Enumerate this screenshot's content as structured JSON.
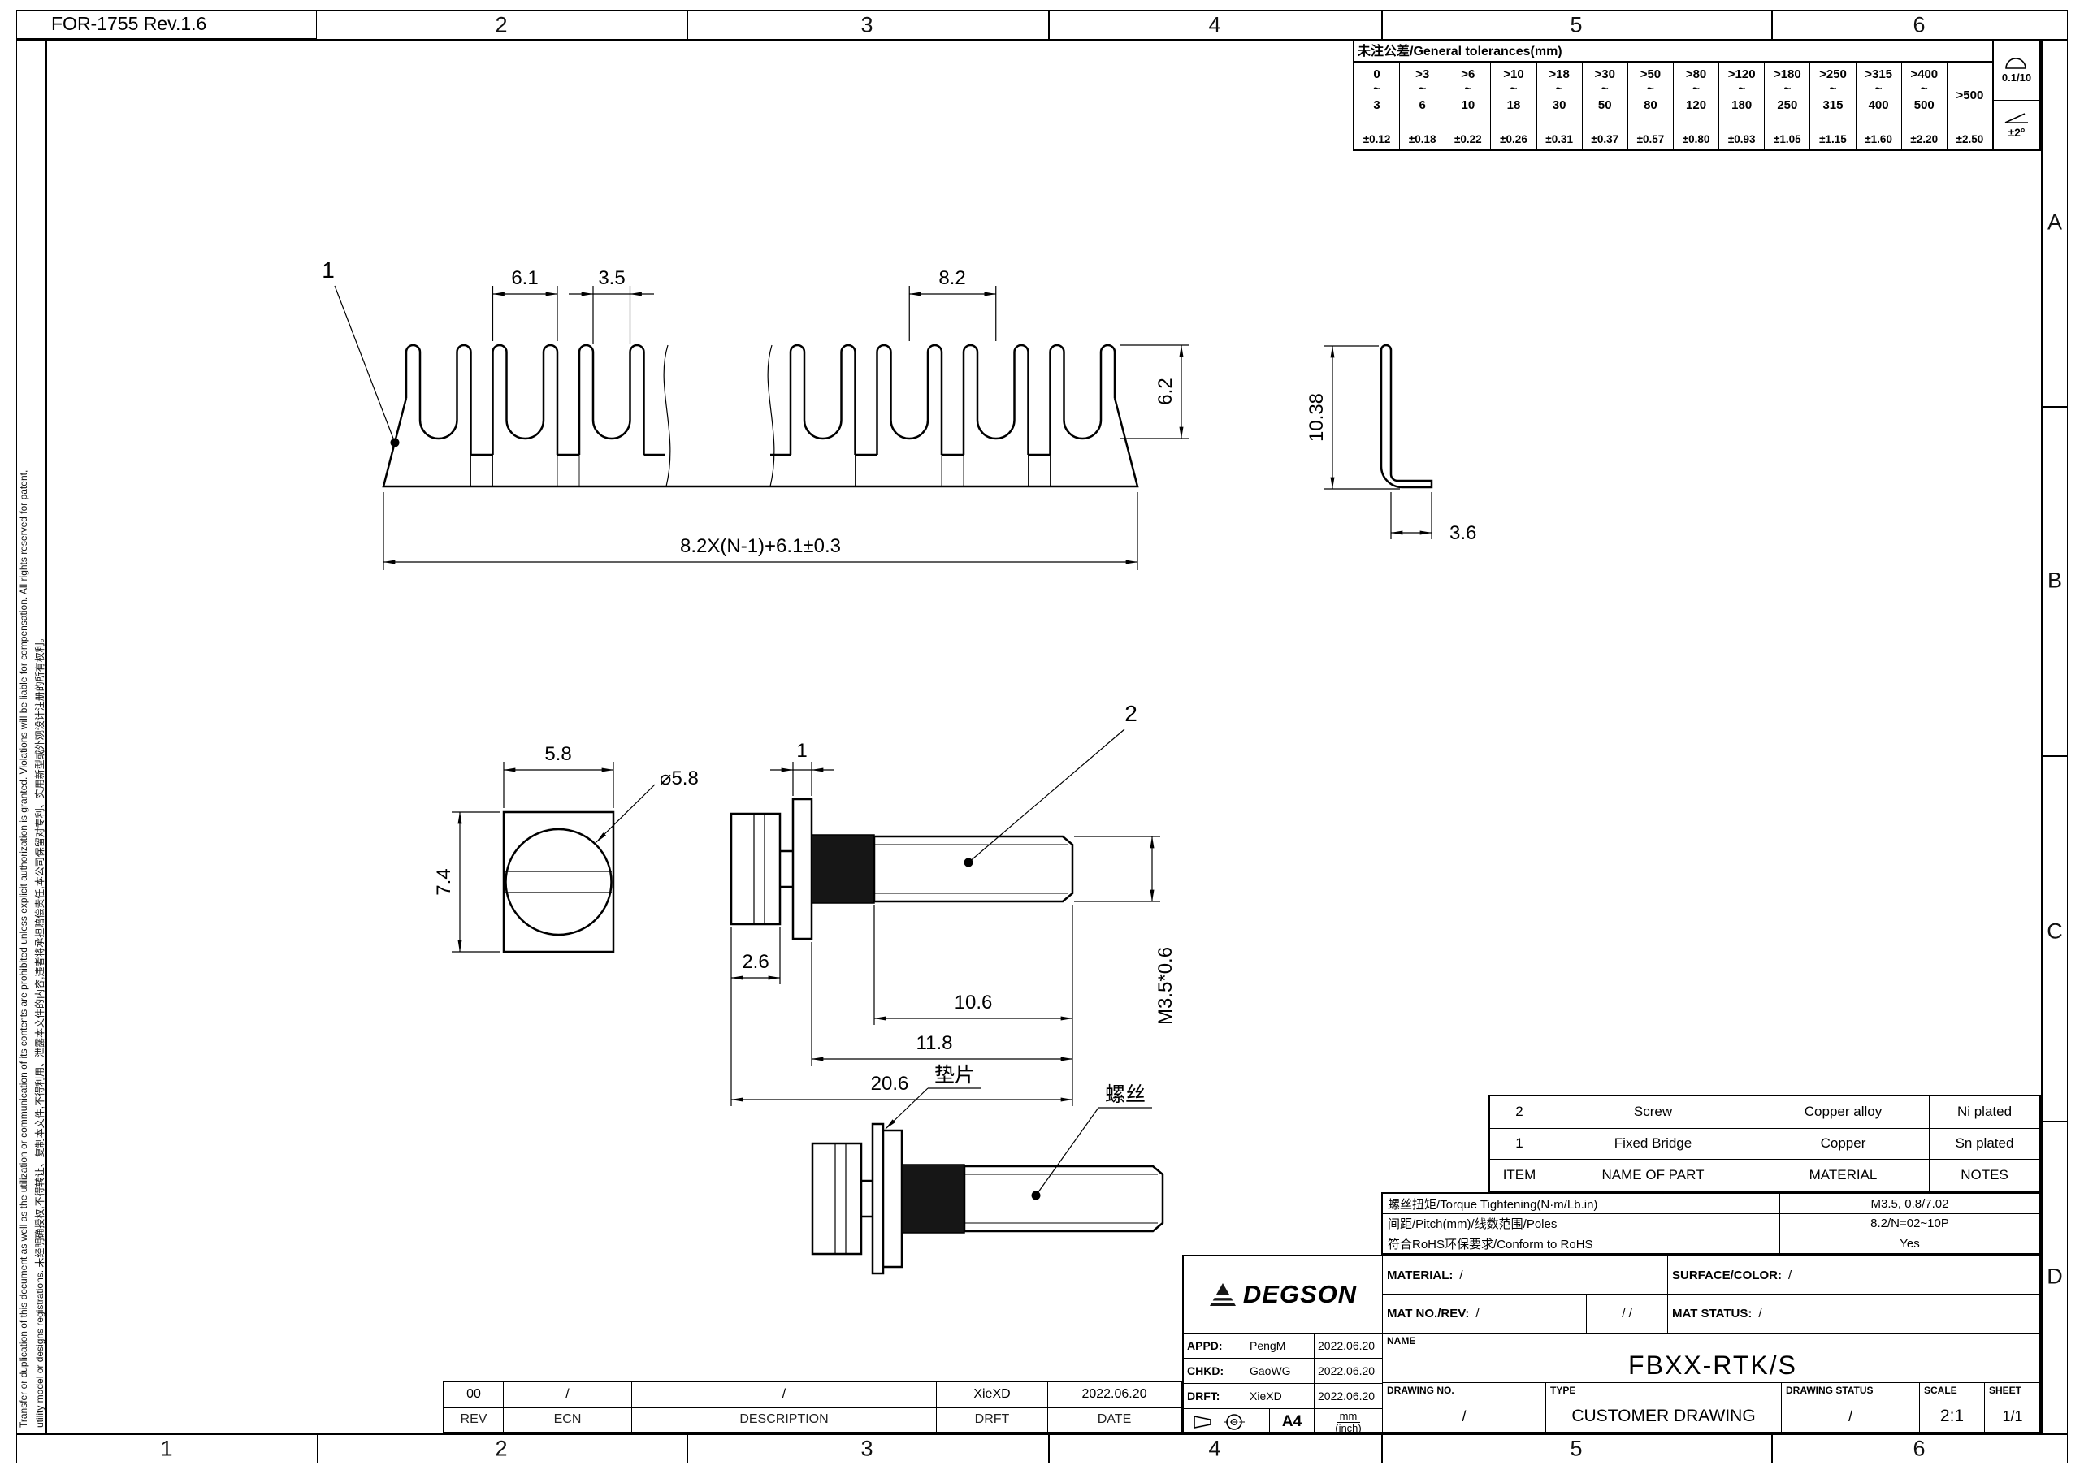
{
  "frame": {
    "doc_ref": "FOR-1755 Rev.1.6",
    "zones_top": [
      "2",
      "3",
      "4",
      "5",
      "6"
    ],
    "zones_bottom": [
      "1",
      "2",
      "3",
      "4",
      "5",
      "6"
    ],
    "zones_right": [
      "A",
      "B",
      "C",
      "D"
    ]
  },
  "legal": {
    "line1": "Transfer or duplication of this document as well as the utilization or communication of its contents are prohibited unless explicit authorization is granted. Violations will be liable for compensation. All rights reserved for patent,",
    "line2": "utility model or designs registrations.  未经明确授权,不得转让、复制本文件,不得利用、泄露本文件的内容,违者将承担赔偿责任,本公司保留对专利、实用新型或外观设计注册的所有权利。"
  },
  "tolerance_table": {
    "title": "未注公差/General tolerances(mm)",
    "tilde": "~",
    "ranges": [
      {
        "from": "0",
        "to": "3",
        "tol": "±0.12"
      },
      {
        "from": ">3",
        "to": "6",
        "tol": "±0.18"
      },
      {
        "from": ">6",
        "to": "10",
        "tol": "±0.22"
      },
      {
        "from": ">10",
        "to": "18",
        "tol": "±0.26"
      },
      {
        "from": ">18",
        "to": "30",
        "tol": "±0.31"
      },
      {
        "from": ">30",
        "to": "50",
        "tol": "±0.37"
      },
      {
        "from": ">50",
        "to": "80",
        "tol": "±0.57"
      },
      {
        "from": ">80",
        "to": "120",
        "tol": "±0.80"
      },
      {
        "from": ">120",
        "to": "180",
        "tol": "±0.93"
      },
      {
        "from": ">180",
        "to": "250",
        "tol": "±1.05"
      },
      {
        "from": ">250",
        "to": "315",
        "tol": "±1.15"
      },
      {
        "from": ">315",
        "to": "400",
        "tol": "±1.60"
      },
      {
        "from": ">400",
        "to": "500",
        "tol": "±2.20"
      }
    ],
    "over500_label": ">500",
    "over500_tol": "±2.50",
    "flatness_value": "0.1/10",
    "angle_value": "±2°"
  },
  "drawing": {
    "balloon_bridge": "1",
    "balloon_screw": "2",
    "dim_6_1": "6.1",
    "dim_3_5": "3.5",
    "dim_8_2": "8.2",
    "dim_6_2": "6.2",
    "dim_10_38": "10.38",
    "dim_3_6": "3.6",
    "dim_overall": "8.2X(N-1)+6.1±0.3",
    "dim_5_8": "5.8",
    "dim_7_4": "7.4",
    "dim_dia_5_8": "⌀5.8",
    "dim_1": "1",
    "dim_2_6": "2.6",
    "dim_10_6": "10.6",
    "dim_11_8": "11.8",
    "dim_20_6": "20.6",
    "dim_thread": "M3.5*0.6",
    "label_washer": "垫片",
    "label_screw": "螺丝"
  },
  "parts_table": {
    "headers": {
      "item": "ITEM",
      "name": "NAME OF PART",
      "material": "MATERIAL",
      "notes": "NOTES"
    },
    "rows": [
      {
        "item": "2",
        "name": "Screw",
        "material": "Copper alloy",
        "notes": "Ni plated"
      },
      {
        "item": "1",
        "name": "Fixed Bridge",
        "material": "Copper",
        "notes": "Sn plated"
      }
    ]
  },
  "spec_table": {
    "rows": [
      {
        "label": "螺丝扭矩/Torque Tightening(N·m/Lb.in)",
        "value": "M3.5, 0.8/7.02"
      },
      {
        "label": "间距/Pitch(mm)/线数范围/Poles",
        "value": "8.2/N=02~10P"
      },
      {
        "label": "符合RoHS环保要求/Conform to RoHS",
        "value": "Yes"
      }
    ]
  },
  "title_block": {
    "brand": "DEGSON",
    "material_label": "MATERIAL:",
    "material_value": "/",
    "surface_label": "SURFACE/COLOR:",
    "surface_value": "/",
    "mat_no_label": "MAT NO./REV:",
    "mat_no_value": "/",
    "mat_no_mid": "/ /",
    "mat_status_label": "MAT STATUS:",
    "mat_status_value": "/",
    "appd_label": "APPD:",
    "appd_name": "PengM",
    "appd_date": "2022.06.20",
    "chkd_label": "CHKD:",
    "chkd_name": "GaoWG",
    "chkd_date": "2022.06.20",
    "drft_label": "DRFT:",
    "drft_name": "XieXD",
    "drft_date": "2022.06.20",
    "name_label": "NAME",
    "part_number": "FBXX-RTK/S",
    "drawing_no_label": "DRAWING NO.",
    "drawing_no_value": "/",
    "type_label": "TYPE",
    "type_value": "CUSTOMER DRAWING",
    "drawing_status_label": "DRAWING STATUS",
    "drawing_status_value": "/",
    "scale_label": "SCALE",
    "scale_value": "2:1",
    "sheet_label": "SHEET",
    "sheet_value": "1/1",
    "paper_size": "A4",
    "units_top": "mm",
    "units_bottom": "(inch)"
  },
  "revision_table": {
    "headers": {
      "rev": "REV",
      "ecn": "ECN",
      "description": "DESCRIPTION",
      "drft": "DRFT",
      "date": "DATE"
    },
    "rows": [
      {
        "rev": "00",
        "ecn": "/",
        "description": "/",
        "drft": "XieXD",
        "date": "2022.06.20"
      }
    ]
  }
}
